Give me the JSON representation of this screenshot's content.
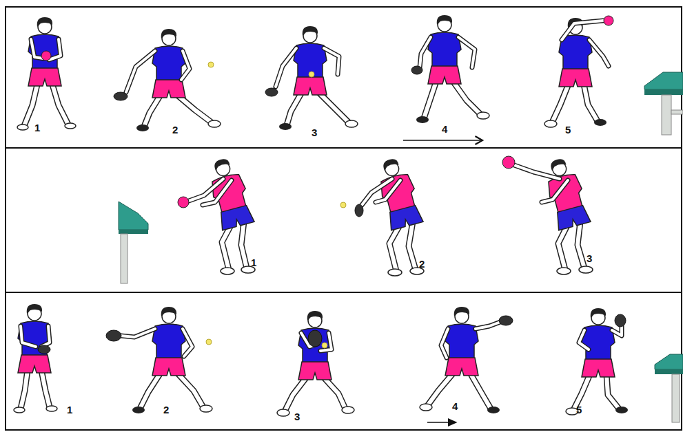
{
  "diagram": {
    "labels": [
      "1",
      "2",
      "3",
      "4",
      "5",
      "1",
      "2",
      "3",
      "1",
      "2",
      "3",
      "4",
      "5"
    ]
  }
}
